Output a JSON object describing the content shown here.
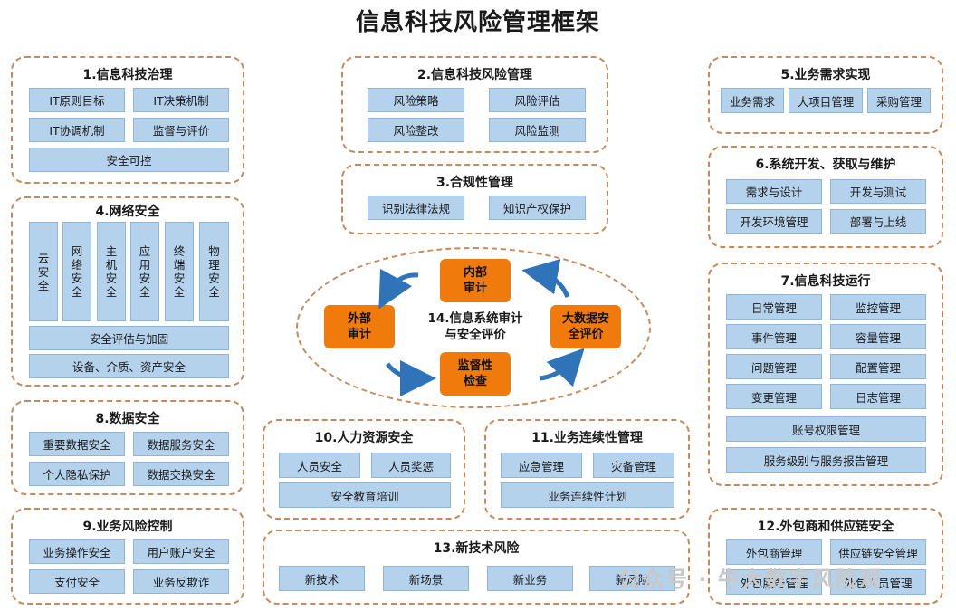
{
  "title": "信息科技风险管理框架",
  "p1": {
    "title": "1.信息科技治理",
    "items": [
      "IT原则目标",
      "IT决策机制",
      "IT协调机制",
      "监督与评价",
      "安全可控"
    ]
  },
  "p2": {
    "title": "2.信息科技风险管理",
    "items": [
      "风险策略",
      "风险评估",
      "风险整改",
      "风险监测"
    ]
  },
  "p3": {
    "title": "3.合规性管理",
    "items": [
      "识别法律法规",
      "知识产权保护"
    ]
  },
  "p4": {
    "title": "4.网络安全",
    "vitems": [
      "云安全",
      "网络安全",
      "主机安全",
      "应用安全",
      "终端安全",
      "物理安全"
    ],
    "items": [
      "安全评估与加固",
      "设备、介质、资产安全"
    ]
  },
  "p5": {
    "title": "5.业务需求实现",
    "items": [
      "业务需求",
      "大项目管理",
      "采购管理"
    ]
  },
  "p6": {
    "title": "6.系统开发、获取与维护",
    "items": [
      "需求与设计",
      "开发与测试",
      "开发环境管理",
      "部署与上线"
    ]
  },
  "p7": {
    "title": "7.信息科技运行",
    "items": [
      "日常管理",
      "监控管理",
      "事件管理",
      "容量管理",
      "问题管理",
      "配置管理",
      "变更管理",
      "日志管理",
      "账号权限管理",
      "服务级别与服务报告管理"
    ]
  },
  "p8": {
    "title": "8.数据安全",
    "items": [
      "重要数据安全",
      "数据服务安全",
      "个人隐私保护",
      "数据交换安全"
    ]
  },
  "p9": {
    "title": "9.业务风险控制",
    "items": [
      "业务操作安全",
      "用户账户安全",
      "支付安全",
      "业务反欺诈"
    ]
  },
  "p10": {
    "title": "10.人力资源安全",
    "items": [
      "人员安全",
      "人员奖惩",
      "安全教育培训"
    ]
  },
  "p11": {
    "title": "11.业务连续性管理",
    "items": [
      "应急管理",
      "灾备管理",
      "业务连续性计划"
    ]
  },
  "p12": {
    "title": "12.外包商和供应链安全",
    "items": [
      "外包商管理",
      "供应链安全管理",
      "外包服务管理",
      "外包人员管理"
    ]
  },
  "p13": {
    "title": "13.新技术风险",
    "items": [
      "新技术",
      "新场景",
      "新业务",
      "新风险"
    ]
  },
  "p14": {
    "title": "14.信息系统审计与安全评价",
    "title_line1": "14.信息系统审计",
    "title_line2": "与安全评价",
    "nodes": [
      "内部审计",
      "外部审计",
      "大数据安全评价",
      "监督性检查"
    ]
  },
  "watermark": "公众号 · 牛大数字风险观",
  "colors": {
    "panel_border": "#c9895a",
    "box_fill": "#b4d2ec",
    "node_fill": "#f07b0c",
    "arrow": "#2f73b8"
  }
}
